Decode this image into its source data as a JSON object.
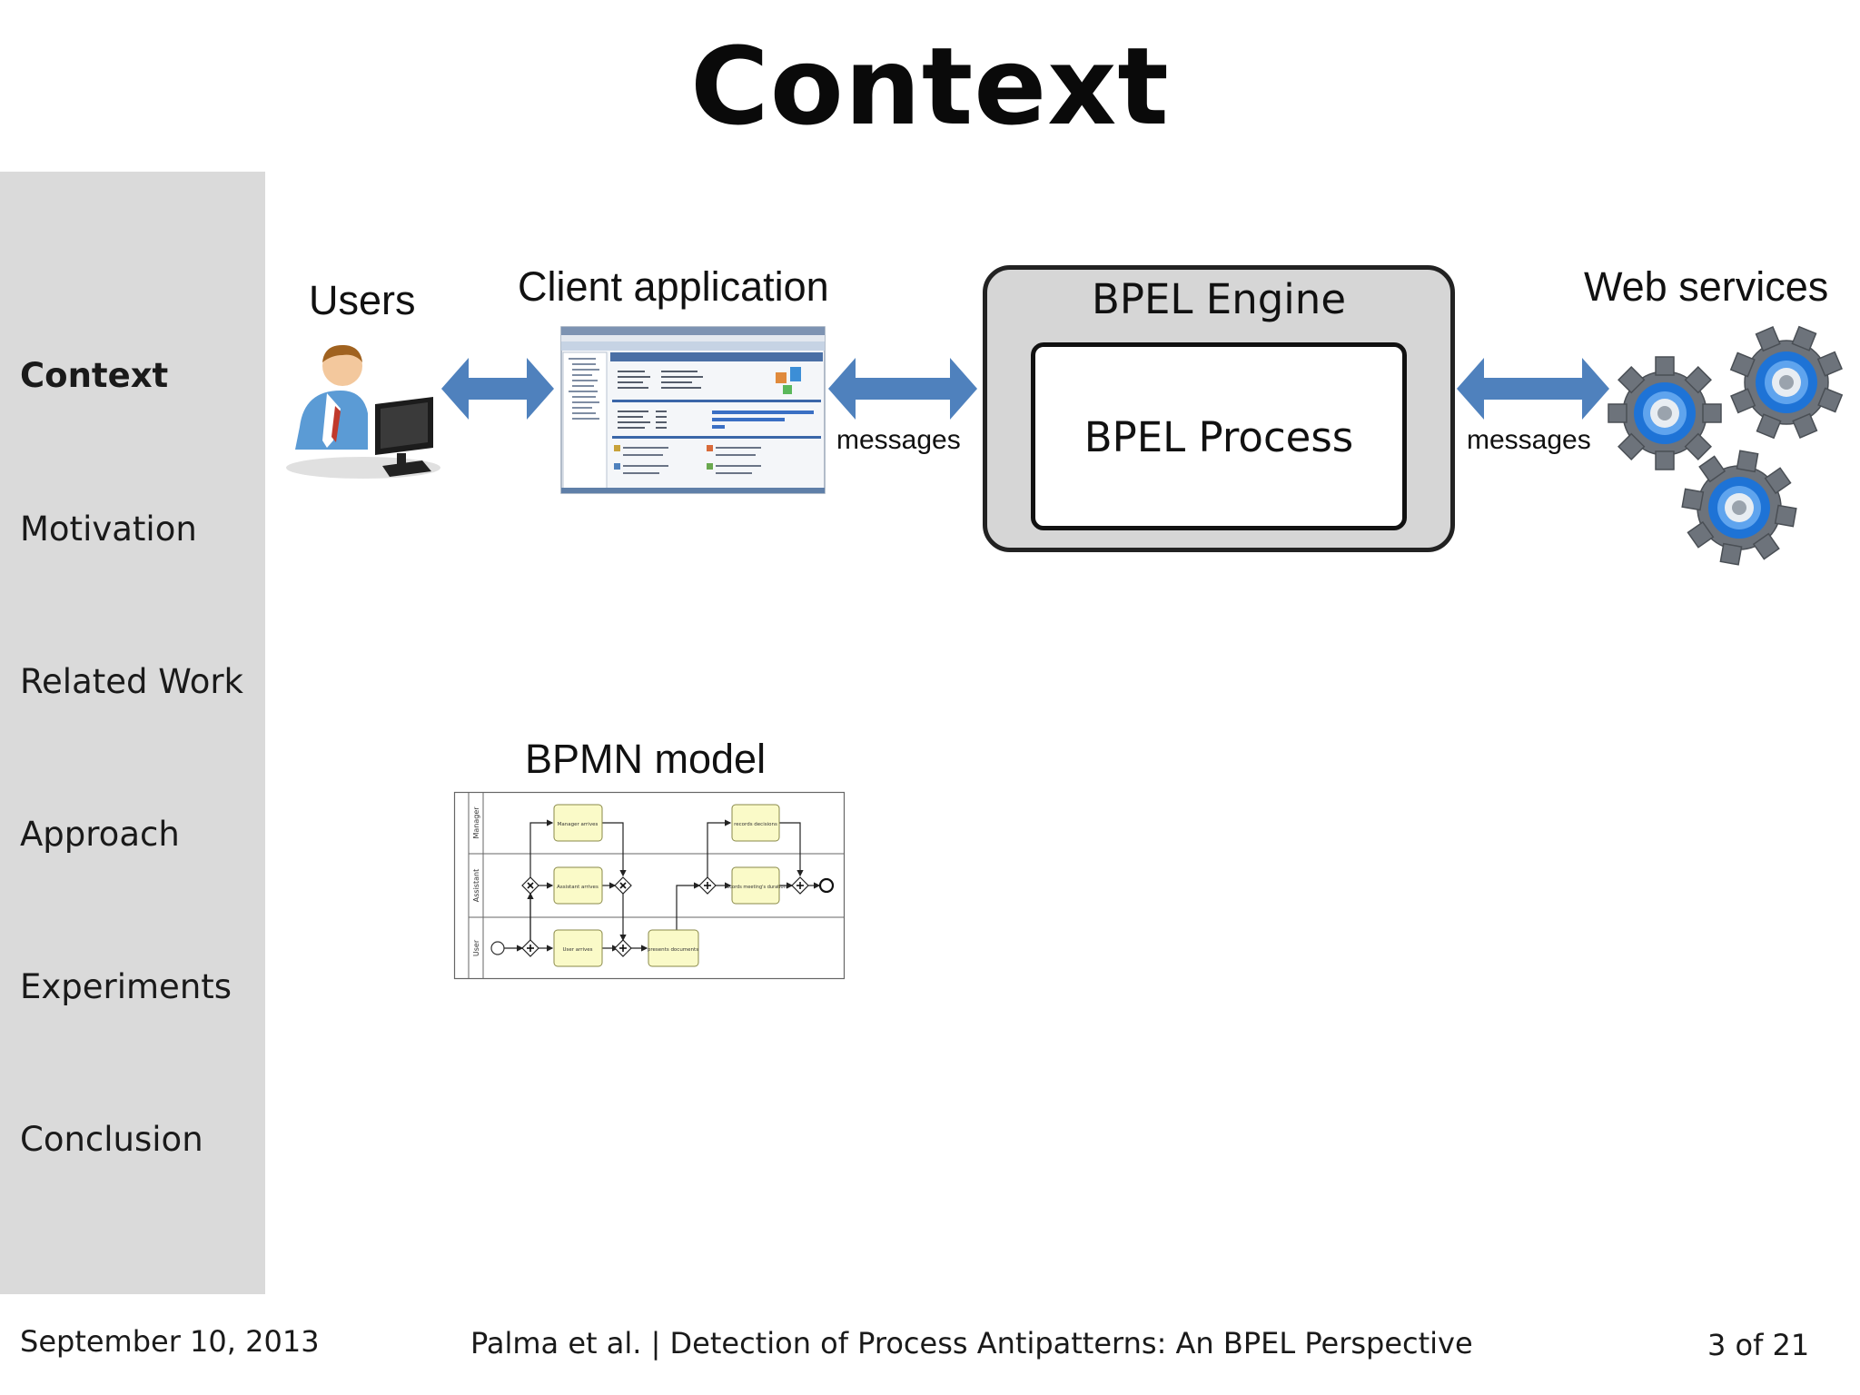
{
  "slide": {
    "title": "Context"
  },
  "sidebar": {
    "items": [
      {
        "label": "Context",
        "active": true
      },
      {
        "label": "Motivation",
        "active": false
      },
      {
        "label": "Related Work",
        "active": false
      },
      {
        "label": "Approach",
        "active": false
      },
      {
        "label": "Experiments",
        "active": false
      },
      {
        "label": "Conclusion",
        "active": false
      }
    ]
  },
  "diagram": {
    "users_label": "Users",
    "client_label": "Client application",
    "engine_label": "BPEL Engine",
    "process_label": "BPEL Process",
    "services_label": "Web services",
    "messages_left": "messages",
    "messages_right": "messages",
    "bpmn_label": "BPMN model",
    "bpmn": {
      "lanes": [
        "Manager",
        "Assistant",
        "User"
      ],
      "tasks": [
        "Manager arrives",
        "Assistant arrives",
        "User arrives",
        "presents documents",
        "records decisions",
        "records meeting's duration"
      ]
    }
  },
  "footer": {
    "date": "September 10, 2013",
    "citation": "Palma et al. | Detection of Process Antipatterns: An BPEL Perspective",
    "page": "3 of 21"
  },
  "colors": {
    "sidebar_bg": "#dadada",
    "arrow_blue": "#4f81bd",
    "engine_bg": "#d6d6d6",
    "task_fill": "#fafac8",
    "gear_blue": "#1e73d6"
  }
}
